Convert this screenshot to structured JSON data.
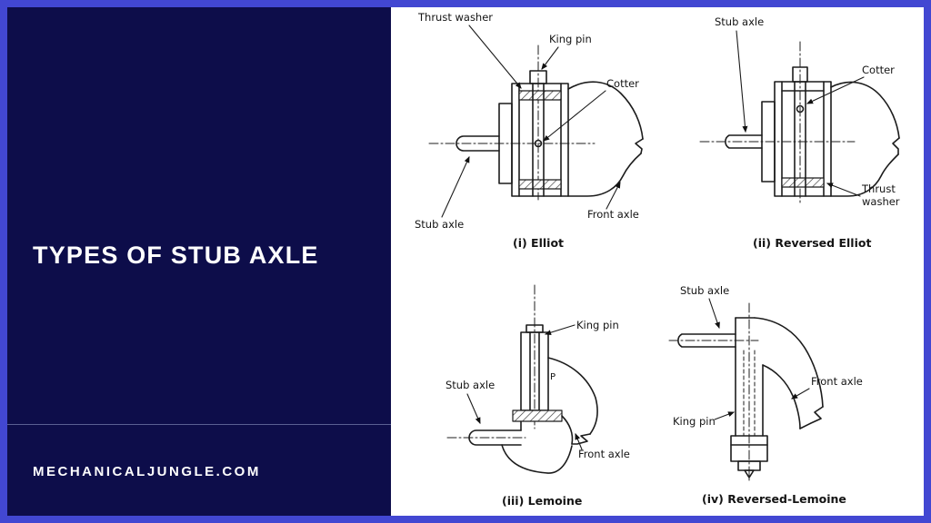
{
  "colors": {
    "border-blue": "#4247d2",
    "panel-navy": "#0d0d4a",
    "diagram-ink": "#1c1c1c",
    "text-white": "#ffffff"
  },
  "panel": {
    "title": "TYPES OF STUB AXLE",
    "website": "MECHANICALJUNGLE.COM"
  },
  "diagrams": [
    {
      "id": "elliot",
      "caption": "(i) Elliot",
      "labels": {
        "thrust_washer": "Thrust washer",
        "king_pin": "King pin",
        "cotter": "Cotter",
        "stub_axle": "Stub axle",
        "front_axle": "Front axle"
      }
    },
    {
      "id": "reversed-elliot",
      "caption": "(ii) Reversed Elliot",
      "labels": {
        "stub_axle": "Stub axle",
        "cotter": "Cotter",
        "thrust_washer_line1": "Thrust",
        "thrust_washer_line2": "washer"
      }
    },
    {
      "id": "lemoine",
      "caption": "(iii) Lemoine",
      "labels": {
        "king_pin": "King pin",
        "stub_axle": "Stub axle",
        "front_axle": "Front axle",
        "pin_mark": "P"
      }
    },
    {
      "id": "reversed-lemoine",
      "caption": "(iv) Reversed-Lemoine",
      "labels": {
        "stub_axle": "Stub axle",
        "front_axle": "Front axle",
        "king_pin": "King pin"
      }
    }
  ]
}
